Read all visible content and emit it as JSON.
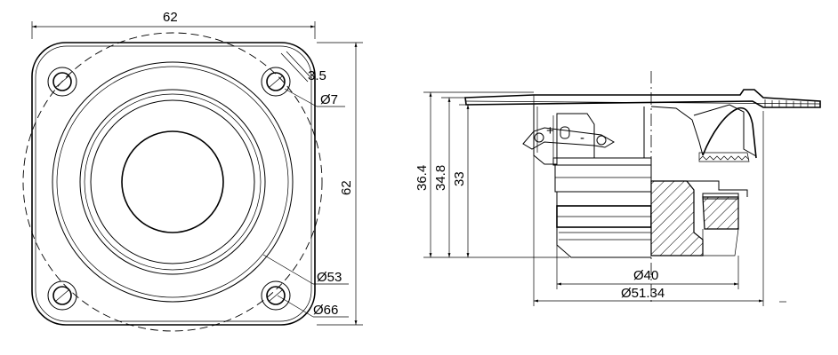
{
  "front_view": {
    "width_label": "62",
    "height_label": "62",
    "hole_offset_label": "3.5",
    "hole_dia_label": "Ø7",
    "cone_dia_label": "Ø53",
    "bolt_circle_label": "Ø66"
  },
  "side_view": {
    "height_total_label": "36.4",
    "height_mid_label": "34.8",
    "height_inner_label": "33",
    "magnet_dia_label": "Ø40",
    "basket_dia_label": "Ø51.34",
    "terminal_plus": "+",
    "terminal_minus": "-"
  }
}
